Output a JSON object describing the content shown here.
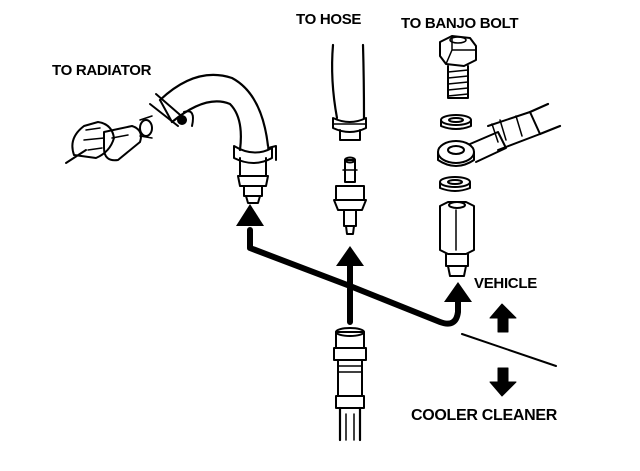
{
  "labels": {
    "to_radiator": "TO RADIATOR",
    "to_hose": "TO HOSE",
    "to_banjo_bolt": "TO BANJO BOLT",
    "vehicle": "VEHICLE",
    "cooler_cleaner": "COOLER CLEANER"
  },
  "colors": {
    "ink": "#000000",
    "background": "#ffffff"
  }
}
